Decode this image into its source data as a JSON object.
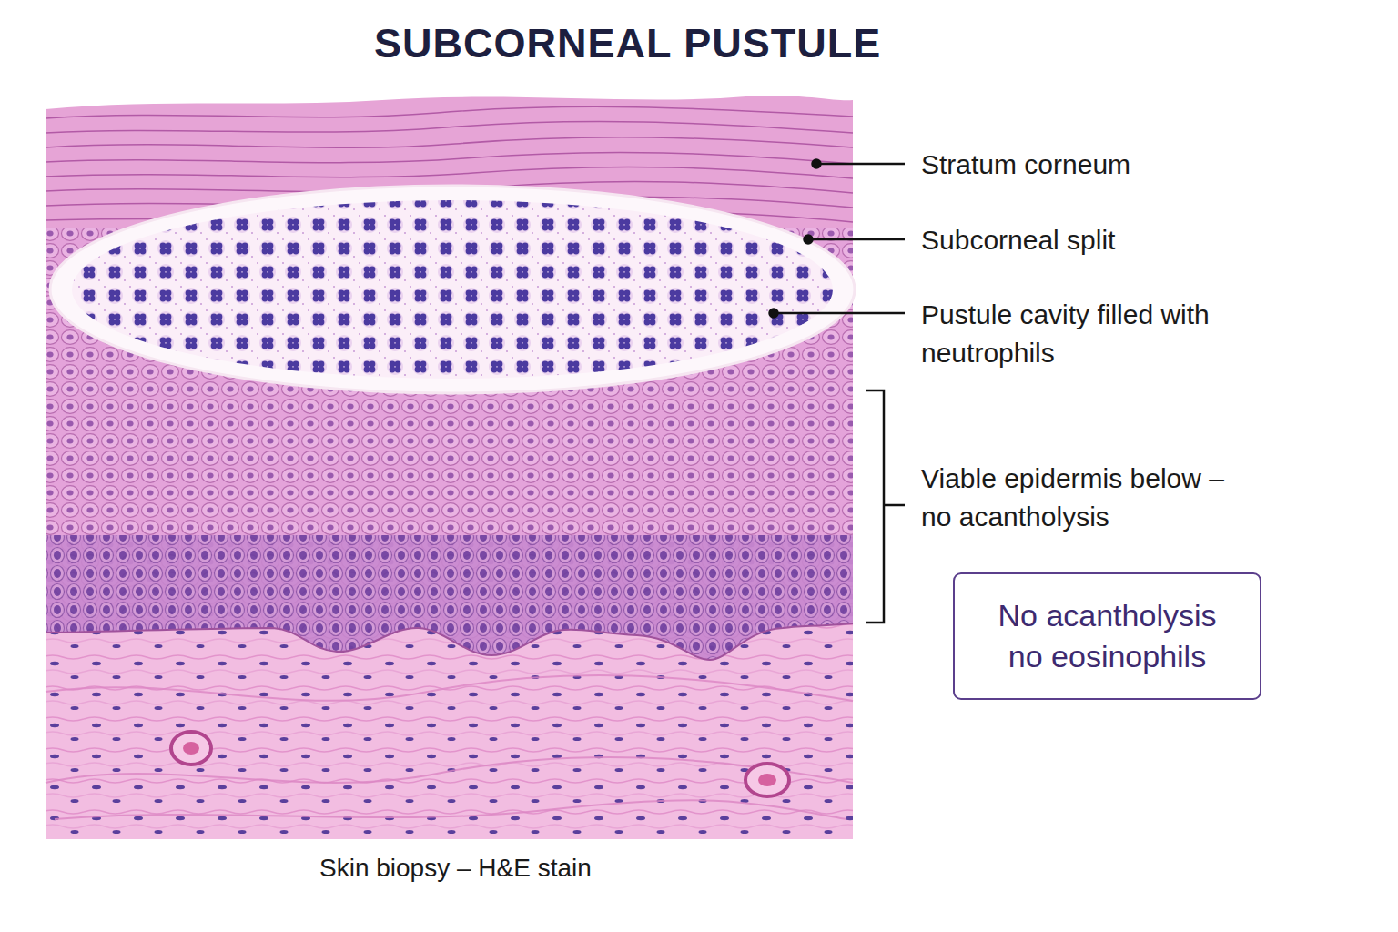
{
  "diagram": {
    "title": "SUBCORNEAL PUSTULE",
    "caption": "Skin biopsy – H&E stain",
    "nodes": [
      {
        "text": [
          "No acantholysis no eosinophils"
        ]
      }
    ],
    "labels": [
      "Stratum corneum",
      "Subcorneal split",
      "Pustule cavity filled with neutrophils",
      "Viable epidermis below – no acantholysis"
    ]
  }
}
